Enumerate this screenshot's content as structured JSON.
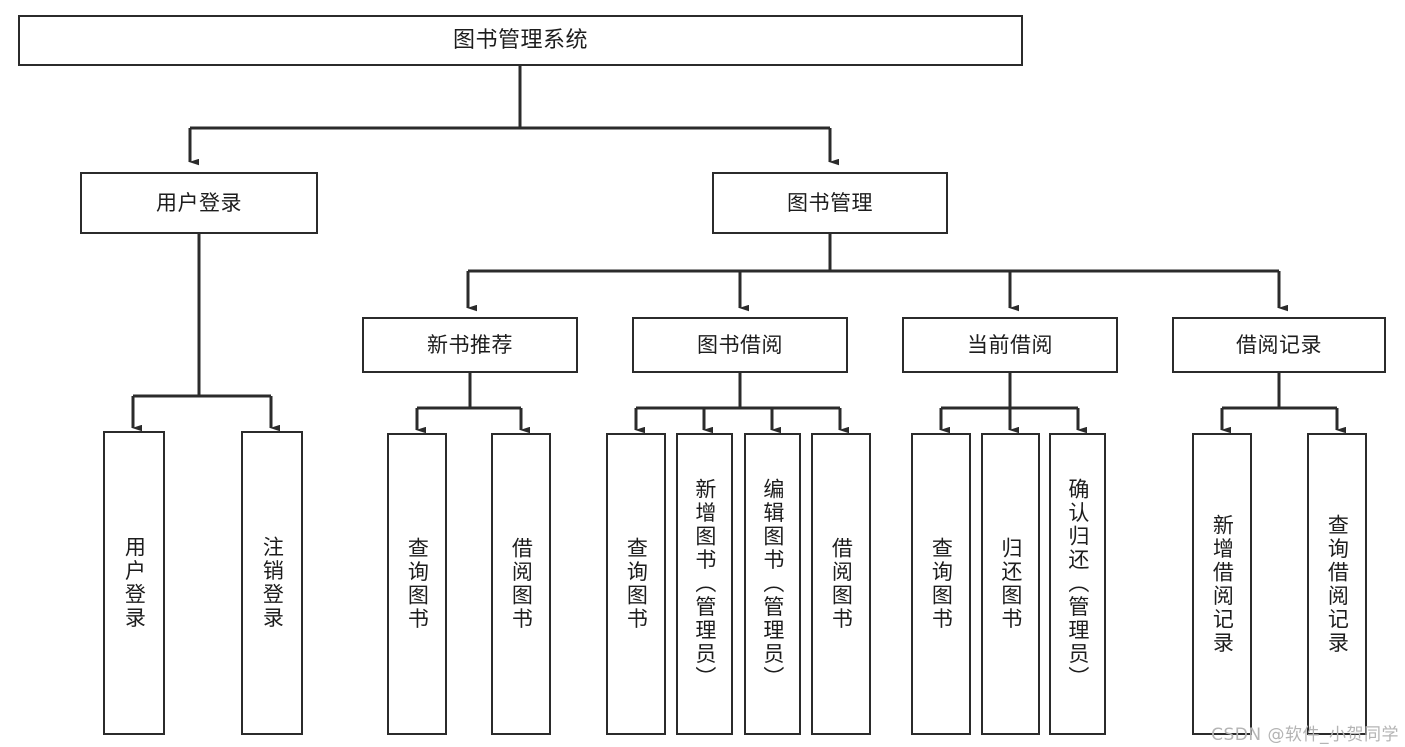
{
  "diagram": {
    "title": "图书管理系统",
    "type": "tree-hierarchy-chart",
    "orientation": "top-down",
    "stroke_color": "#2b2b2b",
    "fill_color": "#ffffff",
    "text_color": "#1d1d1d"
  },
  "root": {
    "label": "图书管理系统"
  },
  "level1": [
    {
      "label": "用户登录"
    },
    {
      "label": "图书管理"
    }
  ],
  "level2": [
    {
      "label": "新书推荐"
    },
    {
      "label": "图书借阅"
    },
    {
      "label": "当前借阅"
    },
    {
      "label": "借阅记录"
    }
  ],
  "leaves": {
    "user_login": [
      {
        "label": "用户登录"
      },
      {
        "label": "注销登录"
      }
    ],
    "new_book": [
      {
        "label": "查询图书"
      },
      {
        "label": "借阅图书"
      }
    ],
    "book_borrow": [
      {
        "label": "查询图书"
      },
      {
        "label": "新增图书（管理员）"
      },
      {
        "label": "编辑图书（管理员）"
      },
      {
        "label": "借阅图书"
      }
    ],
    "current_borrow": [
      {
        "label": "查询图书"
      },
      {
        "label": "归还图书"
      },
      {
        "label": "确认归还（管理员）"
      }
    ],
    "borrow_record": [
      {
        "label": "新增借阅记录"
      },
      {
        "label": "查询借阅记录"
      }
    ]
  },
  "watermark": {
    "text": "CSDN @软件_小贺同学"
  }
}
